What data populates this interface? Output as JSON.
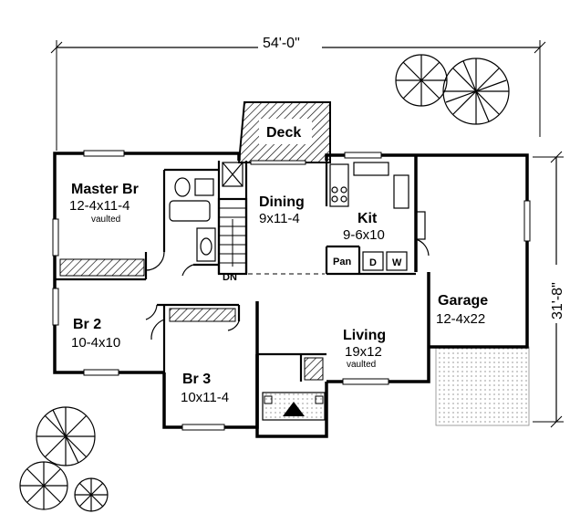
{
  "dimensions": {
    "width": "54'-0\"",
    "depth": "31'-8\""
  },
  "rooms": {
    "deck": {
      "name": "Deck"
    },
    "master": {
      "name": "Master Br",
      "size": "12-4x11-4",
      "note": "vaulted"
    },
    "dining": {
      "name": "Dining",
      "size": "9x11-4"
    },
    "kitchen": {
      "name": "Kit",
      "size": "9-6x10"
    },
    "garage": {
      "name": "Garage",
      "size": "12-4x22"
    },
    "br2": {
      "name": "Br 2",
      "size": "10-4x10"
    },
    "br3": {
      "name": "Br 3",
      "size": "10x11-4"
    },
    "living": {
      "name": "Living",
      "size": "19x12",
      "note": "vaulted"
    }
  },
  "labels": {
    "pantry": "Pan",
    "dryer": "D",
    "washer": "W",
    "stair_down": "DN"
  },
  "colors": {
    "ink": "#000000",
    "paper": "#ffffff"
  },
  "icons": {
    "trees": "tree-icon",
    "entry": "entry-triangle-icon"
  }
}
